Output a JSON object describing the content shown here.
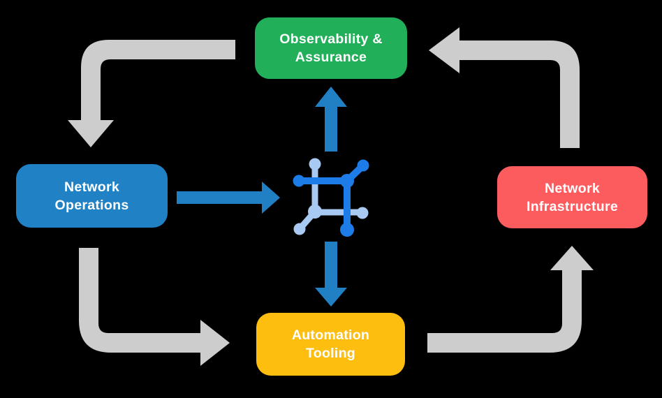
{
  "colors": {
    "background": "#000000",
    "gray_arrow": "#CDCDCD",
    "blue_arrow": "#2180C4",
    "icon_dark_blue": "#1E7CE9",
    "icon_light_blue": "#A8C9F1",
    "node_text": "#FFFFFF"
  },
  "nodes": {
    "observability": {
      "label": "Observability &\nAssurance",
      "color": "#21AF5A"
    },
    "operations": {
      "label": "Network\nOperations",
      "color": "#2082C4"
    },
    "infrastructure": {
      "label": "Network\nInfrastructure",
      "color": "#FD5C5F"
    },
    "automation": {
      "label": "Automation\nTooling",
      "color": "#FEBE10"
    }
  },
  "icons": {
    "center": "network-automation-icon"
  }
}
